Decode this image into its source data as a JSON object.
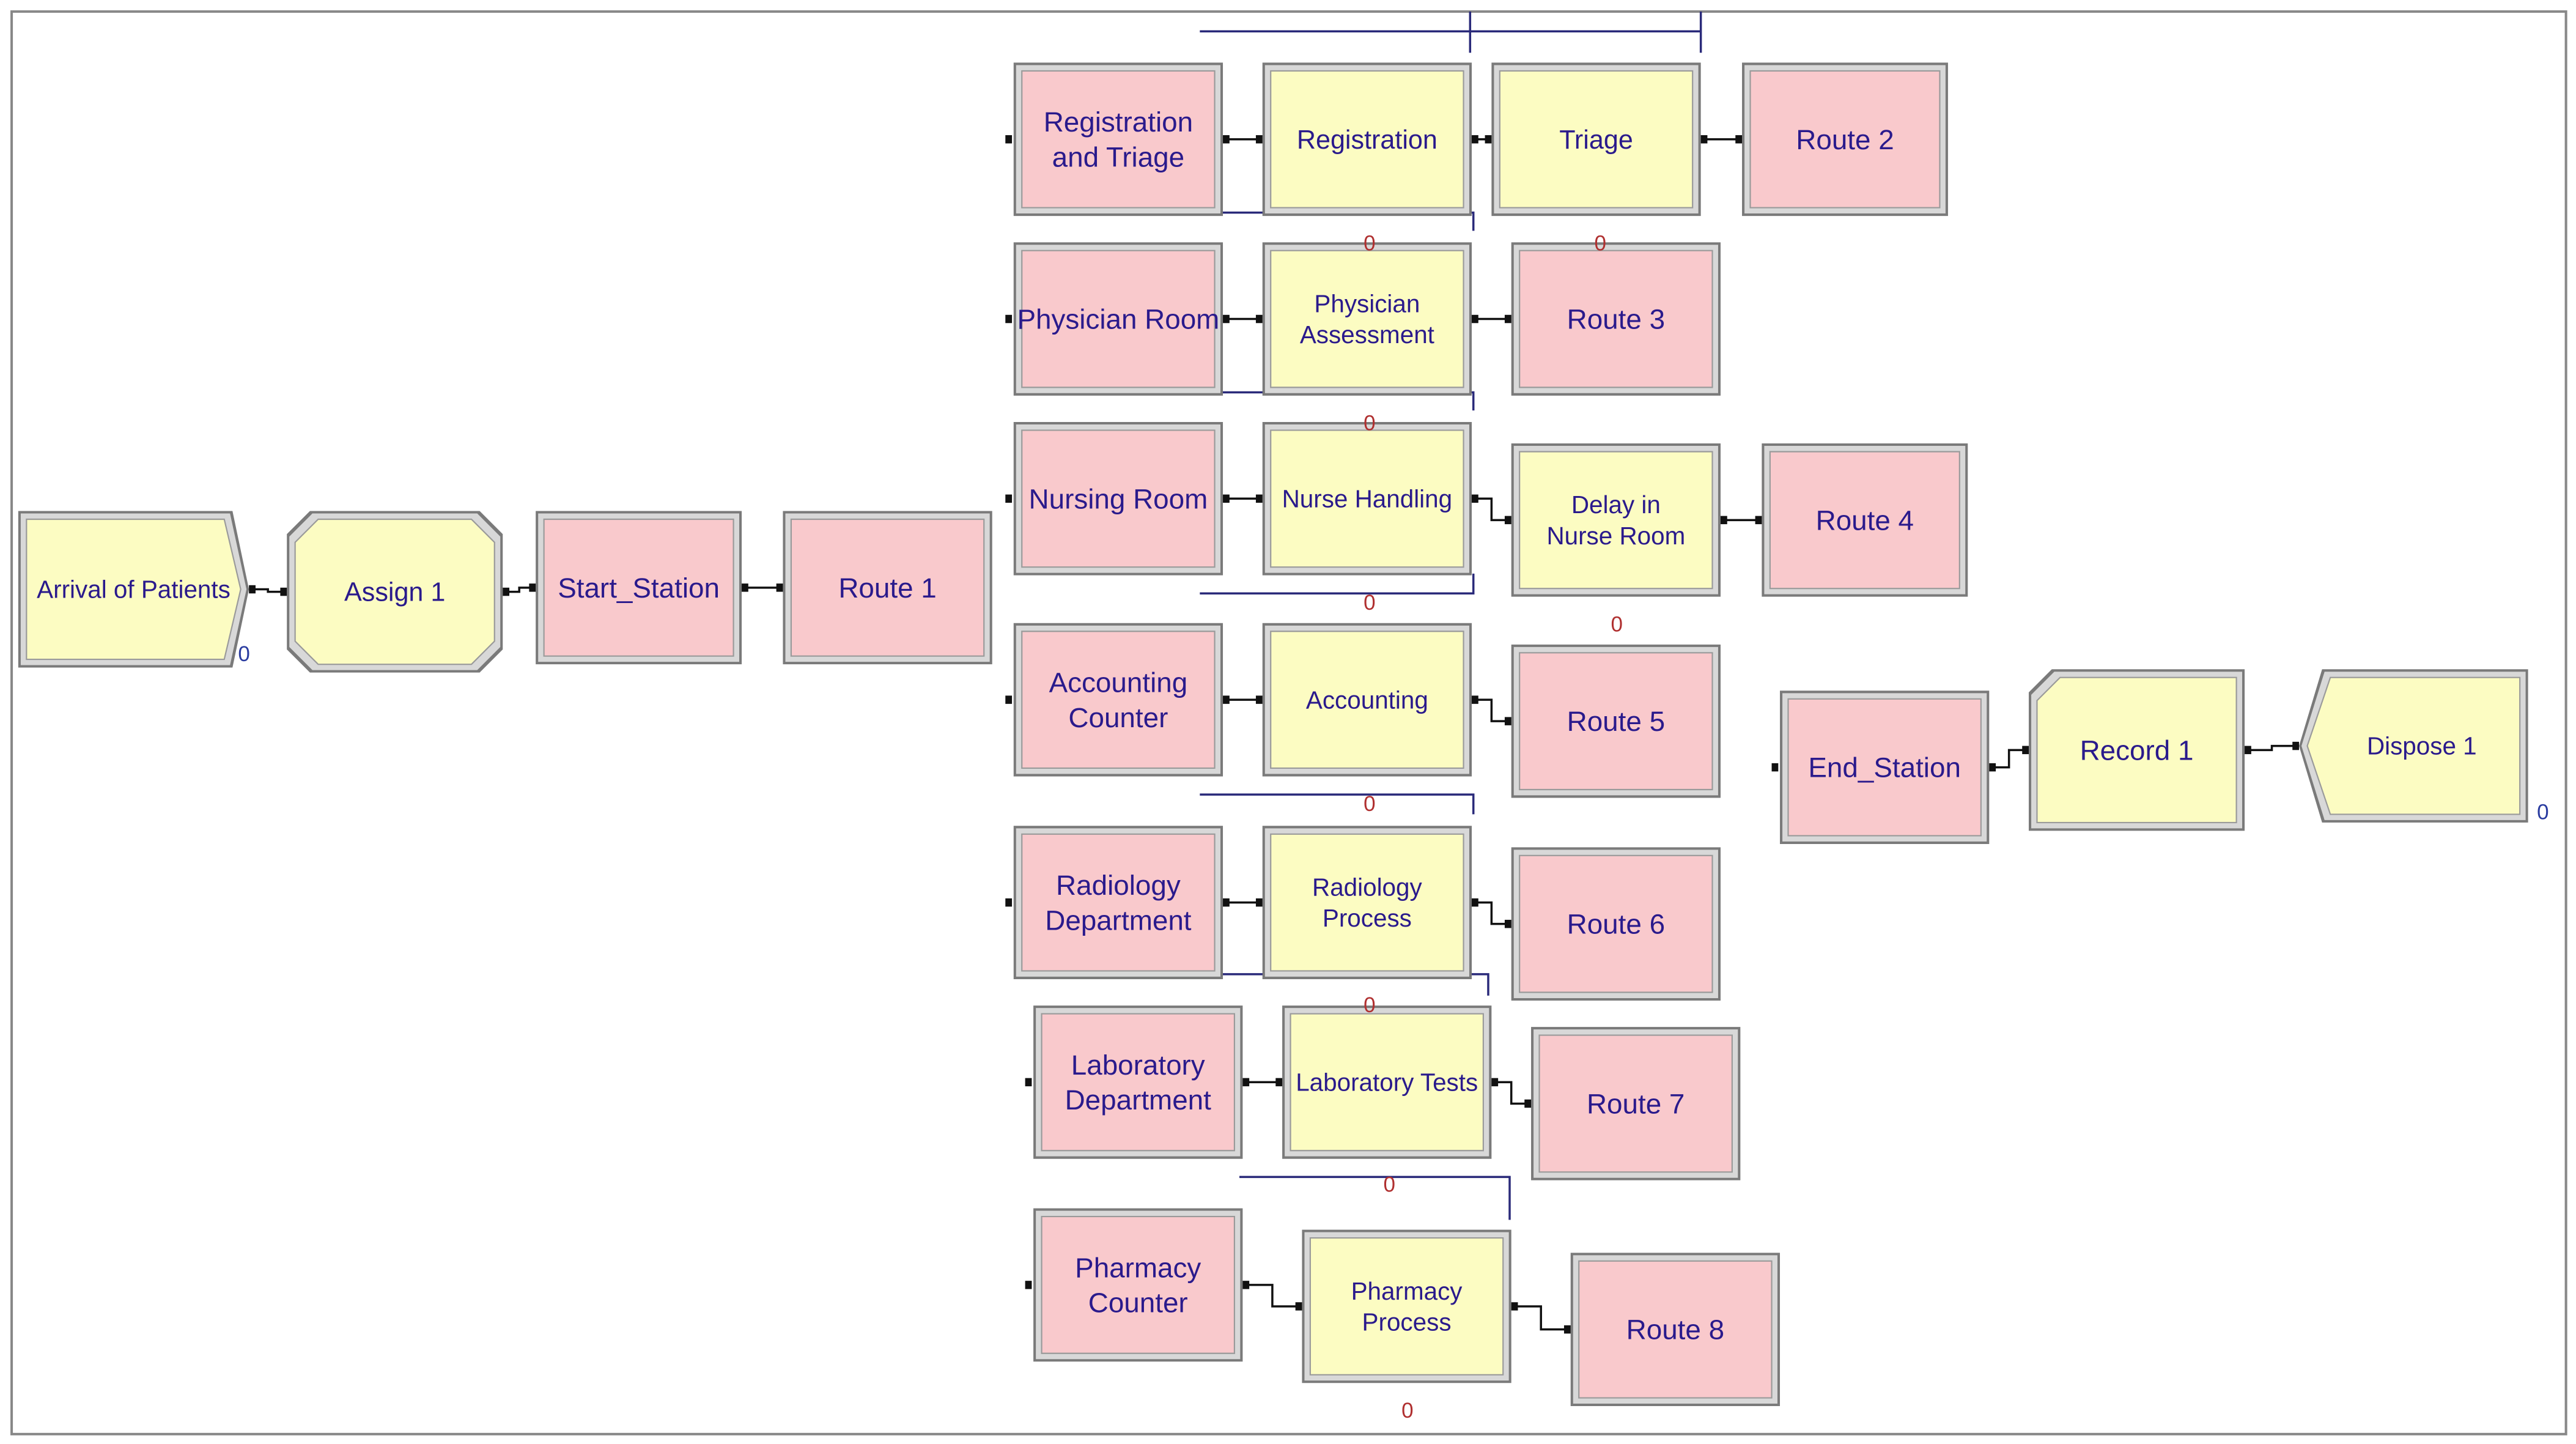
{
  "colors": {
    "station": "#f9c9cc",
    "process": "#fcfcc2",
    "bevel_light": "#d8d8d8",
    "bevel_dark": "#7a7a7a",
    "label": "#2a1a8c",
    "connector": "#111111",
    "queue_line": "#2a2a7a",
    "counter": "#b03030",
    "counter_entity": "#2a3ca0"
  },
  "modules": {
    "arrival": {
      "label": "Arrival of Patients",
      "icon": "create-module-icon"
    },
    "assign1": {
      "label": "Assign 1",
      "icon": "assign-module-icon"
    },
    "start_station": {
      "label": "Start_Station"
    },
    "route1": {
      "label": "Route 1"
    },
    "reg_triage": {
      "label": "Registration and Triage"
    },
    "registration": {
      "label": "Registration"
    },
    "triage": {
      "label": "Triage"
    },
    "route2": {
      "label": "Route 2"
    },
    "physician_room": {
      "label": "Physician Room"
    },
    "physician_assessment": {
      "label": "Physician Assessment"
    },
    "route3": {
      "label": "Route 3"
    },
    "nursing_room": {
      "label": "Nursing Room"
    },
    "nurse_handling": {
      "label": "Nurse Handling"
    },
    "delay_nurse_room": {
      "label": "Delay in Nurse Room"
    },
    "route4": {
      "label": "Route 4"
    },
    "accounting_counter": {
      "label": "Accounting Counter"
    },
    "accounting": {
      "label": "Accounting"
    },
    "route5": {
      "label": "Route 5"
    },
    "radiology_department": {
      "label": "Radiology Department"
    },
    "radiology_process": {
      "label": "Radiology Process"
    },
    "route6": {
      "label": "Route 6"
    },
    "laboratory_department": {
      "label": "Laboratory Department"
    },
    "laboratory_tests": {
      "label": "Laboratory Tests"
    },
    "route7": {
      "label": "Route 7"
    },
    "pharmacy_counter": {
      "label": "Pharmacy Counter"
    },
    "pharmacy_process": {
      "label": "Pharmacy Process"
    },
    "route8": {
      "label": "Route 8"
    },
    "end_station": {
      "label": "End_Station"
    },
    "record1": {
      "label": "Record 1",
      "icon": "record-module-icon"
    },
    "dispose1": {
      "label": "Dispose 1",
      "icon": "dispose-module-icon"
    }
  },
  "counters": {
    "arrival": "0",
    "registration": "0",
    "triage": "0",
    "physician_assessment": "0",
    "nurse_handling": "0",
    "delay_nurse_room": "0",
    "accounting": "0",
    "radiology_process": "0",
    "laboratory_tests": "0",
    "pharmacy_process": "0",
    "dispose1": "0"
  }
}
